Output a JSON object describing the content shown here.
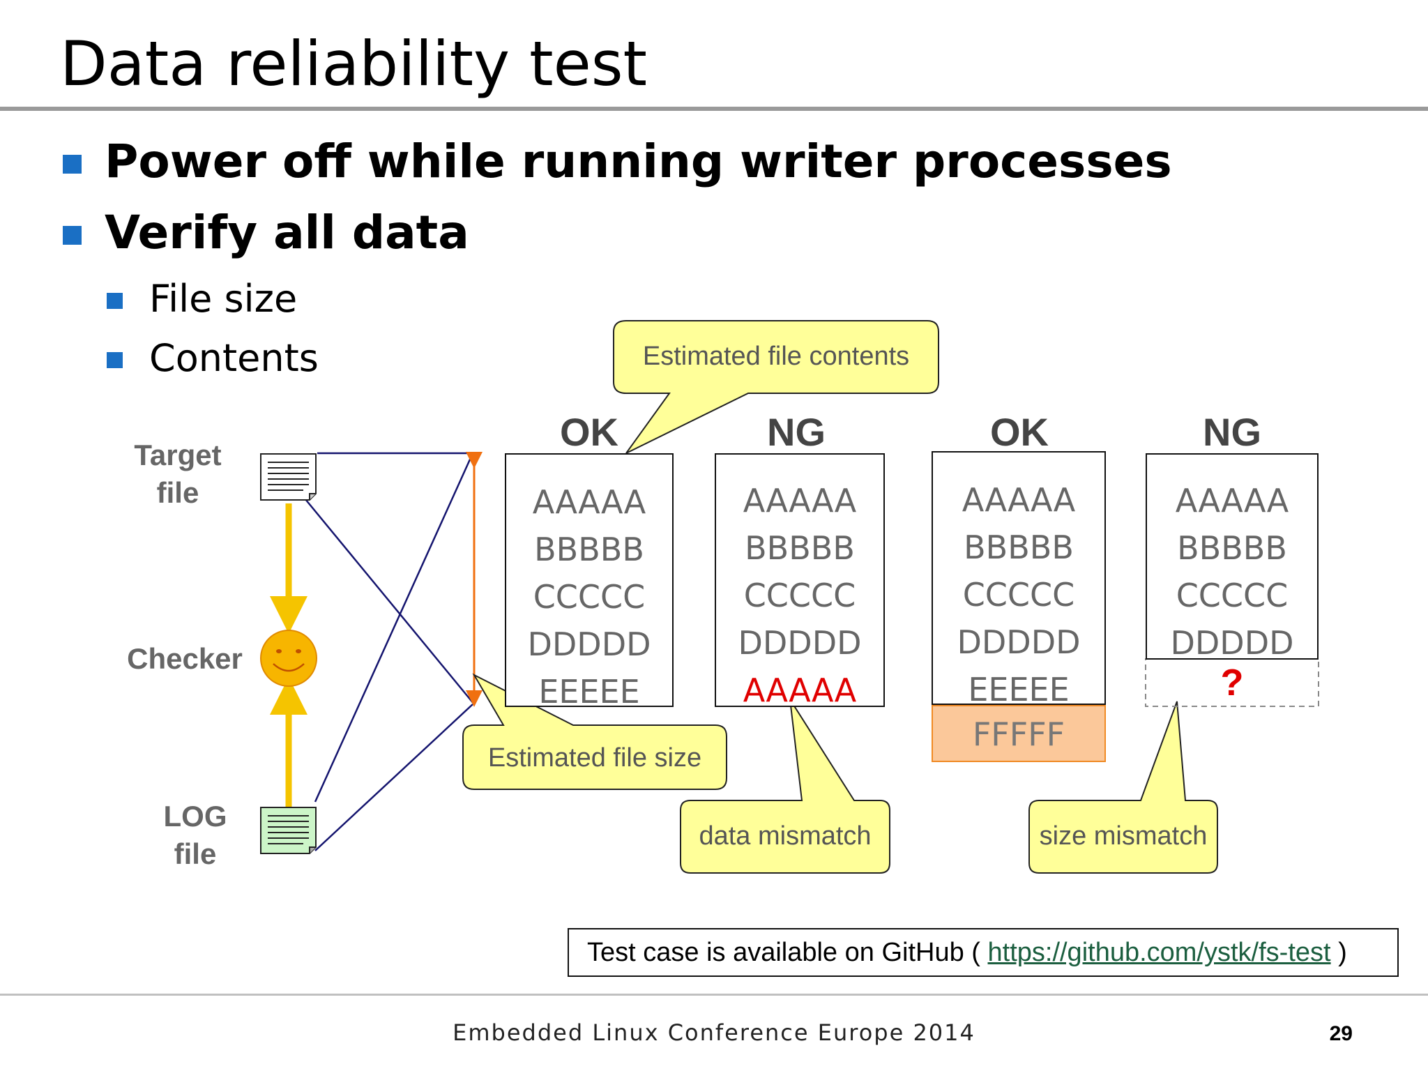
{
  "slide": {
    "title": "Data reliability test",
    "bullets": [
      {
        "text": "Power off while running writer processes"
      },
      {
        "text": "Verify all data"
      }
    ],
    "sub_bullets": [
      {
        "text": "File size"
      },
      {
        "text": "Contents"
      }
    ]
  },
  "diagram": {
    "target_label_1": "Target",
    "target_label_2": "file",
    "checker_label": "Checker",
    "log_label_1": "LOG",
    "log_label_2": "file",
    "callout_contents": "Estimated file contents",
    "callout_size": "Estimated file size",
    "callout_data_mismatch": "data mismatch",
    "callout_size_mismatch": "size mismatch",
    "columns": [
      {
        "status": "OK",
        "rows": [
          "AAAAA",
          "BBBBB",
          "CCCCC",
          "DDDDD",
          "EEEEE"
        ]
      },
      {
        "status": "NG",
        "rows": [
          "AAAAA",
          "BBBBB",
          "CCCCC",
          "DDDDD",
          "AAAAA"
        ]
      },
      {
        "status": "OK",
        "rows": [
          "AAAAA",
          "BBBBB",
          "CCCCC",
          "DDDDD",
          "EEEEE"
        ],
        "extra_row": "FFFFF"
      },
      {
        "status": "NG",
        "rows": [
          "AAAAA",
          "BBBBB",
          "CCCCC",
          "DDDDD"
        ],
        "missing_row": "?"
      }
    ],
    "colors": {
      "callout_fill": "#ffff99",
      "mismatch_red": "#e00000",
      "extra_fill": "#fbc89a",
      "extra_border": "#f08a24",
      "arrow_yellow": "#f5c400",
      "size_arrow": "#f07010",
      "line_navy": "#14146e",
      "bullet_blue": "#1a6fc4"
    }
  },
  "github_note": {
    "prefix": "Test case is available on GitHub ( ",
    "url": "https://github.com/ystk/fs-test",
    "suffix": " )"
  },
  "footer": {
    "conference": "Embedded Linux Conference Europe 2014",
    "page_number": "29"
  }
}
